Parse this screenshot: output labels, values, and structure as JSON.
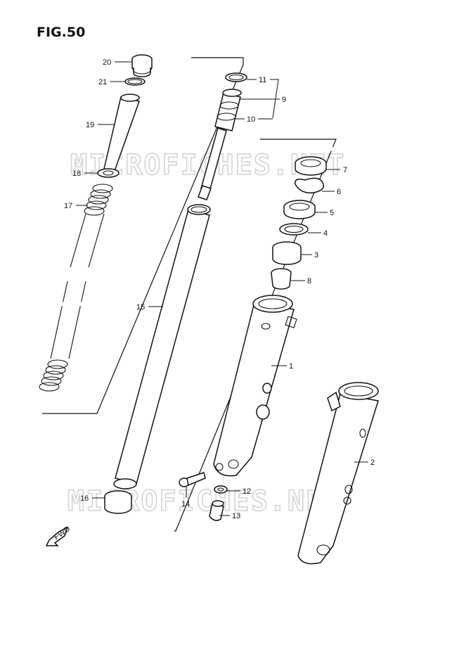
{
  "figure": {
    "title": "FIG.50"
  },
  "watermark": {
    "text": "MICROFICHES.NET"
  },
  "fwd_arrow": {
    "label": "FWD"
  },
  "callouts": [
    {
      "number": "20"
    },
    {
      "number": "21"
    },
    {
      "number": "19"
    },
    {
      "number": "18"
    },
    {
      "number": "17"
    },
    {
      "number": "15"
    },
    {
      "number": "16"
    },
    {
      "number": "14"
    },
    {
      "number": "13"
    },
    {
      "number": "12"
    },
    {
      "number": "11"
    },
    {
      "number": "9"
    },
    {
      "number": "10"
    },
    {
      "number": "7"
    },
    {
      "number": "6"
    },
    {
      "number": "5"
    },
    {
      "number": "4"
    },
    {
      "number": "3"
    },
    {
      "number": "8"
    },
    {
      "number": "1"
    },
    {
      "number": "2"
    }
  ]
}
